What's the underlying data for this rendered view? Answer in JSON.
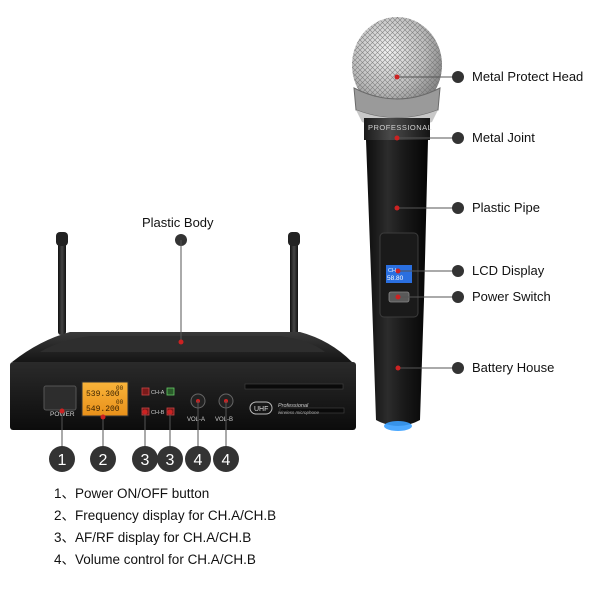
{
  "mic_labels": {
    "metal_protect_head": "Metal Protect Head",
    "metal_joint": "Metal Joint",
    "plastic_pipe": "Plastic Pipe",
    "lcd_display": "LCD Display",
    "power_switch": "Power Switch",
    "battery_house": "Battery House"
  },
  "receiver_labels": {
    "plastic_body": "Plastic Body"
  },
  "device_text": {
    "mic_brand_band": "PROFESSIONAL",
    "power_button": "POWER",
    "ch_a": "CH-A",
    "ch_b": "CH-B",
    "vol_a": "VOL-A",
    "vol_b": "VOL-B",
    "uhf_badge": "UHF",
    "professional_line1": "Professional",
    "professional_line2": "wireless microphone",
    "display_freq_a": "539.300",
    "display_freq_b": "549.200",
    "display_side_a": "00",
    "display_side_b": "00",
    "mic_lcd_ch": "CH",
    "mic_lcd_value": "58.80"
  },
  "markers": [
    "1",
    "2",
    "3",
    "3",
    "4",
    "4"
  ],
  "legend": [
    {
      "text": "1、Power ON/OFF button"
    },
    {
      "text": "2、Frequency display for CH.A/CH.B"
    },
    {
      "text": "3、AF/RF display for CH.A/CH.B"
    },
    {
      "text": "4、Volume control for CH.A/CH.B"
    }
  ],
  "colors": {
    "marker_fill": "#333333",
    "callout_dot": "#cc2222",
    "display_amber": "#f5a21a",
    "mic_lcd_blue": "#2a6fe0",
    "led_blue": "#3aa0ff"
  }
}
